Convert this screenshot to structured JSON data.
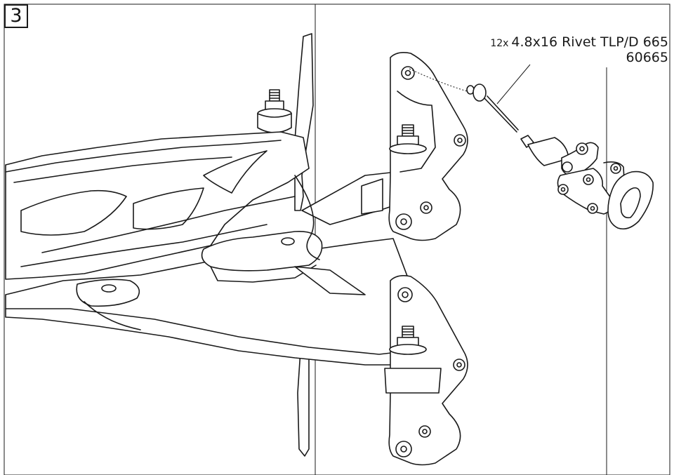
{
  "step": {
    "number": "3"
  },
  "callout": {
    "quantity": "12x",
    "description": "4.8x16 Rivet TLP/D 665",
    "part_number": "60665"
  },
  "icons": {
    "rivet": "rivet-icon",
    "rivet_tool": "rivet-tool-icon"
  }
}
